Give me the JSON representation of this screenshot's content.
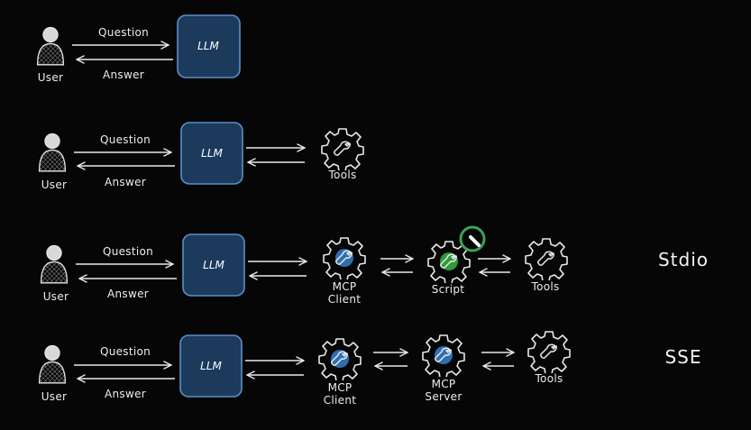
{
  "rows": [
    {
      "user_label": "User",
      "question_label": "Question",
      "answer_label": "Answer",
      "llm_label": "LLM"
    },
    {
      "user_label": "User",
      "question_label": "Question",
      "answer_label": "Answer",
      "llm_label": "LLM",
      "tools_label": "Tools"
    },
    {
      "user_label": "User",
      "question_label": "Question",
      "answer_label": "Answer",
      "llm_label": "LLM",
      "client_label": [
        "MCP",
        "Client"
      ],
      "script_label": "Script",
      "tools_label": "Tools",
      "mode_label": "Stdio"
    },
    {
      "user_label": "User",
      "question_label": "Question",
      "answer_label": "Answer",
      "llm_label": "LLM",
      "client_label": [
        "MCP",
        "Client"
      ],
      "server_label": [
        "MCP",
        "Server"
      ],
      "tools_label": "Tools",
      "mode_label": "SSE"
    }
  ],
  "colors": {
    "background": "#060606",
    "llm_fill": "#1b3a5c",
    "llm_stroke": "#5b8fc7",
    "gear_blue": "#2f6fb0",
    "gear_green": "#2f9a3a",
    "stroke": "#e8e8e8"
  }
}
